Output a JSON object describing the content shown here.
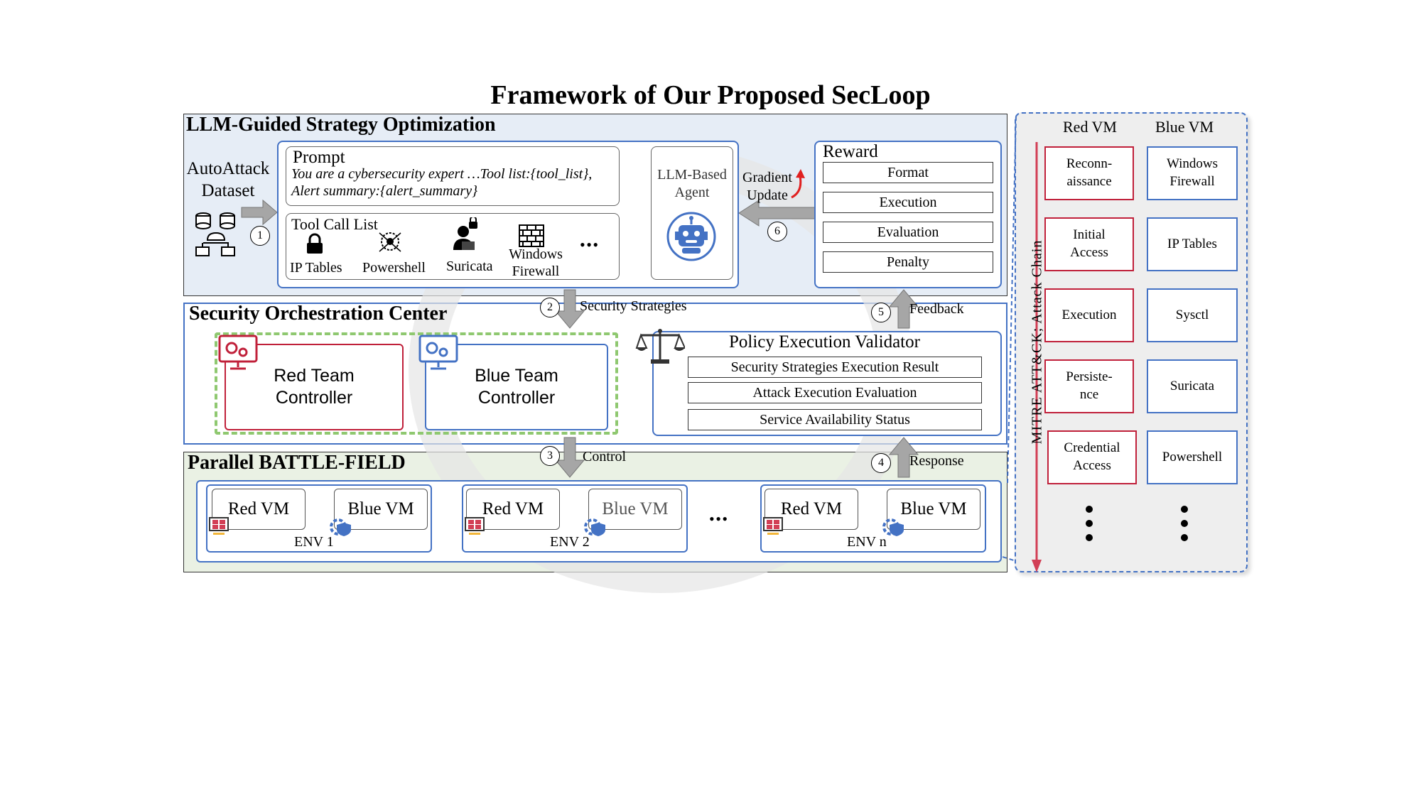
{
  "title": "Framework of Our Proposed SecLoop",
  "llm_section": {
    "title": "LLM-Guided Strategy Optimization",
    "dataset_label": [
      "AutoAttack",
      "Dataset"
    ],
    "prompt": {
      "heading": "Prompt",
      "line1": "You are a cybersecurity expert …Tool list:{tool_list},",
      "line2": "Alert summary:{alert_summary}"
    },
    "tool_call_list": {
      "heading": "Tool Call List",
      "tools": [
        "IP Tables",
        "Powershell",
        "Suricata",
        "Windows Firewall"
      ],
      "more": "• • •"
    },
    "agent_label": [
      "LLM-Based",
      "Agent"
    ],
    "gradient_label": [
      "Gradient",
      "Update"
    ],
    "reward": {
      "heading": "Reward",
      "items": [
        "Format",
        "Execution",
        "Evaluation",
        "Penalty"
      ]
    }
  },
  "orchestration": {
    "title": "Security Orchestration Center",
    "red_controller": [
      "Red Team",
      "Controller"
    ],
    "blue_controller": [
      "Blue Team",
      "Controller"
    ],
    "validator": {
      "heading": "Policy Execution Validator",
      "items": [
        "Security Strategies Execution Result",
        "Attack Execution Evaluation",
        "Service Availability Status"
      ]
    }
  },
  "battlefield": {
    "title": "Parallel BATTLE-FIELD",
    "envs": [
      {
        "red": "Red VM",
        "blue": "Blue VM",
        "label": "ENV 1"
      },
      {
        "red": "Red VM",
        "blue": "Blue VM",
        "label": "ENV 2"
      },
      {
        "red": "Red VM",
        "blue": "Blue VM",
        "label": "ENV n"
      }
    ],
    "ellipsis": "• • •"
  },
  "flows": {
    "step1": "1",
    "step2": "2",
    "step2_label": "Security Strategies",
    "step3": "3",
    "step3_label": "Control",
    "step4": "4",
    "step4_label": "Response",
    "step5": "5",
    "step5_label": "Feedback",
    "step6": "6"
  },
  "chain_panel": {
    "red_header": "Red VM",
    "blue_header": "Blue VM",
    "axis_label": "MITRE  ATT&CK; Attack  Chain",
    "red_items": [
      [
        "Reconn-",
        "aissance"
      ],
      [
        "Initial",
        "Access"
      ],
      [
        "Execution"
      ],
      [
        "Persiste-",
        "nce"
      ],
      [
        "Credential",
        "Access"
      ]
    ],
    "blue_items": [
      [
        "Windows",
        "Firewall"
      ],
      [
        "IP Tables"
      ],
      [
        "Sysctl"
      ],
      [
        "Suricata"
      ],
      [
        "Powershell"
      ]
    ]
  },
  "colors": {
    "accent_blue": "#4472c4",
    "accent_red": "#c0203a",
    "llm_bg": "#e6edf6",
    "orch_bg": "#ffffff",
    "battle_bg": "#eaf1e4",
    "green_dash": "#8fc870",
    "arrow_gray": "#a6a6a6"
  }
}
